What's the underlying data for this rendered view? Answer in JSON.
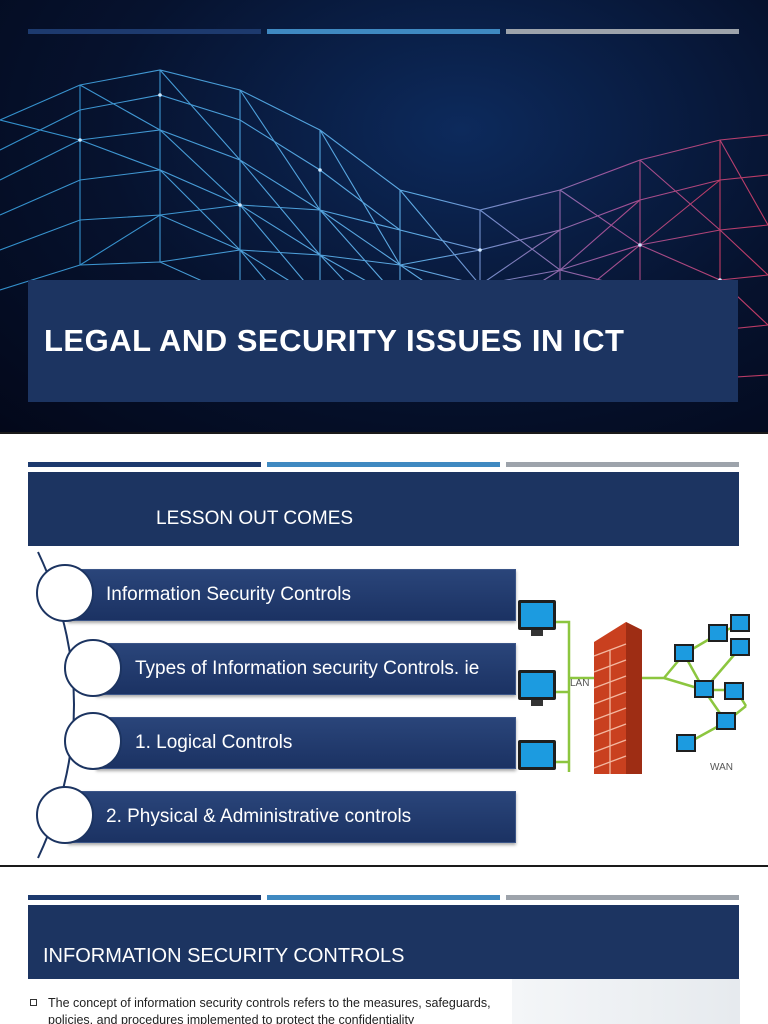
{
  "slide1": {
    "title": "LEGAL AND SECURITY ISSUES IN ICT",
    "accent_colors": [
      "#1d3a6e",
      "#3f89c1",
      "#9da3ab"
    ]
  },
  "slide2": {
    "header": "LESSON OUT COMES",
    "items": [
      {
        "label": "Information Security Controls"
      },
      {
        "label": "Types of Information security Controls. ie"
      },
      {
        "label": "1.  Logical Controls"
      },
      {
        "label": "2.   Physical & Administrative controls"
      }
    ],
    "network_labels": {
      "lan": "LAN",
      "wan": "WAN"
    }
  },
  "slide3": {
    "header": "INFORMATION SECURITY CONTROLS",
    "body": "The concept of information security controls refers to the measures, safeguards, policies, and procedures implemented to protect the confidentiality"
  },
  "colors": {
    "navy": "#1c3461",
    "accent_blue": "#3f89c1",
    "accent_gray": "#9da3ab"
  }
}
